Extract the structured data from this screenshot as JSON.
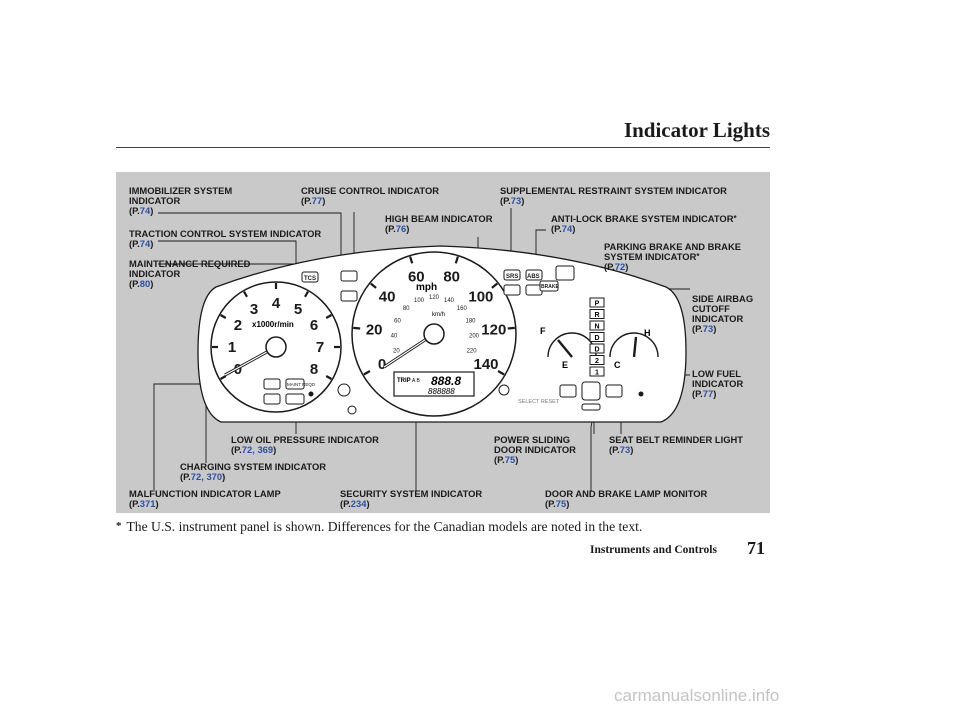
{
  "page": {
    "title": "Indicator Lights",
    "section": "Instruments and Controls",
    "page_number": "71",
    "footnote_marker": "*",
    "footnote": "The U.S. instrument panel is shown. Differences for the Canadian models are noted in the text.",
    "watermark": "carmanualsonline.info"
  },
  "labels": {
    "immobilizer": {
      "line1": "IMMOBILIZER SYSTEM",
      "line2": "INDICATOR",
      "page": "74"
    },
    "traction": {
      "line1": "TRACTION CONTROL SYSTEM INDICATOR",
      "page": "74"
    },
    "maintenance": {
      "line1": "MAINTENANCE REQUIRED",
      "line2": "INDICATOR",
      "page": "80"
    },
    "cruise": {
      "line1": "CRUISE CONTROL INDICATOR",
      "page": "77"
    },
    "high_beam": {
      "line1": "HIGH BEAM INDICATOR",
      "page": "76"
    },
    "srs": {
      "line1": "SUPPLEMENTAL RESTRAINT SYSTEM INDICATOR",
      "page": "73"
    },
    "abs": {
      "line1": "ANTI-LOCK BRAKE SYSTEM INDICATOR",
      "page": "74",
      "starred": true
    },
    "parking_brake": {
      "line1": "PARKING BRAKE AND BRAKE",
      "line2": "SYSTEM INDICATOR",
      "page": "72",
      "starred": true
    },
    "side_airbag": {
      "line1": "SIDE AIRBAG",
      "line2": "CUTOFF",
      "line3": "INDICATOR",
      "page": "73"
    },
    "low_fuel": {
      "line1": "LOW FUEL",
      "line2": "INDICATOR",
      "page": "77"
    },
    "low_oil": {
      "line1": "LOW OIL PRESSURE INDICATOR",
      "page1": "72",
      "page2": "369"
    },
    "charging": {
      "line1": "CHARGING SYSTEM INDICATOR",
      "page1": "72",
      "page2": "370"
    },
    "mil": {
      "line1": "MALFUNCTION INDICATOR LAMP",
      "page": "371"
    },
    "security": {
      "line1": "SECURITY SYSTEM INDICATOR",
      "page": "234"
    },
    "power_door": {
      "line1": "POWER SLIDING",
      "line2": "DOOR INDICATOR",
      "page": "75"
    },
    "door_brake": {
      "line1": "DOOR AND BRAKE LAMP MONITOR",
      "page": "75"
    },
    "seat_belt": {
      "line1": "SEAT BELT REMINDER LIGHT",
      "page": "73"
    },
    "page_prefix": "P."
  },
  "cluster": {
    "tach_numbers": [
      "0",
      "1",
      "2",
      "3",
      "4",
      "5",
      "6",
      "7",
      "8"
    ],
    "tach_unit": "x1000r/min",
    "speed_mph": [
      "0",
      "20",
      "40",
      "60",
      "80",
      "100",
      "120",
      "140"
    ],
    "speed_kmh": [
      "20",
      "40",
      "60",
      "80",
      "100",
      "120",
      "140",
      "160",
      "180",
      "200",
      "220"
    ],
    "mph_label": "mph",
    "kmh_label": "km/h",
    "odometer_mode": "TRIP",
    "odometer_ab": "A B",
    "trip_value": "888.8",
    "odo_value": "888888",
    "select_reset": "SELECT RESET",
    "gears": [
      "P",
      "R",
      "N",
      "D",
      "D",
      "2",
      "1"
    ],
    "fuel_full": "F",
    "fuel_empty": "E",
    "temp_hot": "H",
    "temp_cold": "C",
    "icon_text": {
      "tcs": "TCS",
      "srs": "SRS",
      "abs": "ABS",
      "brake": "BRAKE",
      "maint": "MAINT REQD"
    }
  },
  "colors": {
    "panel": "#c9c9c9",
    "page_ref": "#2b4fa8",
    "ink": "#1a1a1a"
  }
}
